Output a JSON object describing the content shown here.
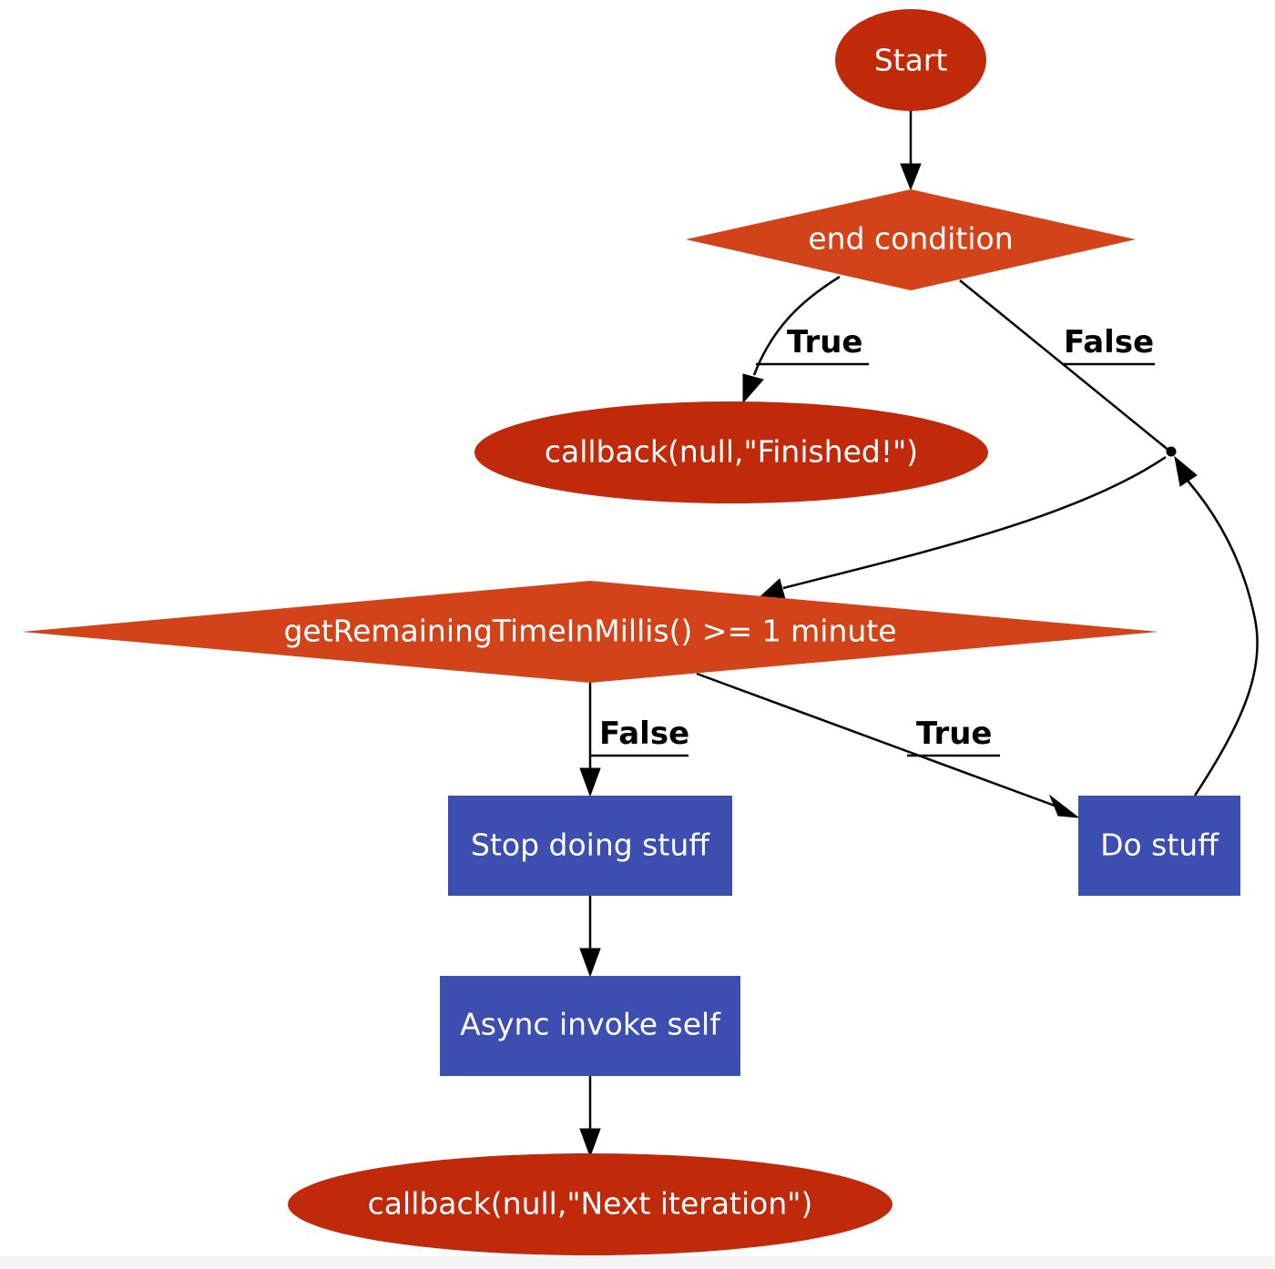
{
  "colors": {
    "ellipse": "#c0290a",
    "diamond": "#d2431a",
    "box": "#3c4fb1",
    "edge": "#000000"
  },
  "nodes": {
    "start": "Start",
    "end_condition": "end condition",
    "callback_finished": "callback(null,\"Finished!\")",
    "remaining_time": "getRemainingTimeInMillis() >= 1 minute",
    "stop_doing_stuff": "Stop doing stuff",
    "do_stuff": "Do stuff",
    "async_invoke": "Async invoke self",
    "callback_next": "callback(null,\"Next iteration\")"
  },
  "edge_labels": {
    "end_true": "True",
    "end_false": "False",
    "time_false": "False",
    "time_true": "True"
  }
}
